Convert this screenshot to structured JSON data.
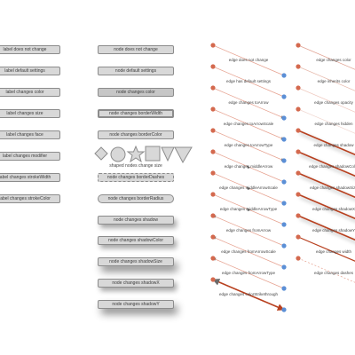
{
  "label_column": [
    "label does not change",
    "label default settings",
    "label changes color",
    "label changes size",
    "label changes face",
    "label changes modifier",
    "label changes strokeWidth",
    "label changes strokeColor"
  ],
  "node_column": [
    "node does not change",
    "node default settings",
    "node changes color",
    "node changes borderWidth",
    "node changes borderColor",
    "node changes borderDashes",
    "node changes borderRadius",
    "node changes shadow",
    "node changes shadowColor",
    "node changes shadowSize",
    "node changes shadowX",
    "node changes shadowY"
  ],
  "shaped_caption": "shaped nodes change size",
  "edge_column_1": [
    "edge does not change",
    "edge has default settings",
    "edge changes toArrow",
    "edge changes toArrowScale",
    "edge changes toArrowType",
    "edge changes middleArrow",
    "edge changes middleArrowScale",
    "edge changes middleArrowType",
    "edge changes fromArrow",
    "edge changes fromArrowScale",
    "edge changes fromArrowType",
    "edge changes colorStrikethrough"
  ],
  "edge_column_2": [
    "edge changes color",
    "edge inherits color",
    "edge changes opacity",
    "edge changes hidden",
    "edge changes shadow",
    "edge changes shadowColor",
    "edge changes shadowSize",
    "edge changes shadowX",
    "edge changes shadowY",
    "edge changes width",
    "edge changes dashes"
  ],
  "colors": {
    "from_node": "#d4694e",
    "to_node": "#5b8fd6",
    "edge": "#e6a08e",
    "edge_highlight": "#b8401f",
    "node_fill": "#d8d8d8",
    "node_border": "#8c8c8c"
  }
}
